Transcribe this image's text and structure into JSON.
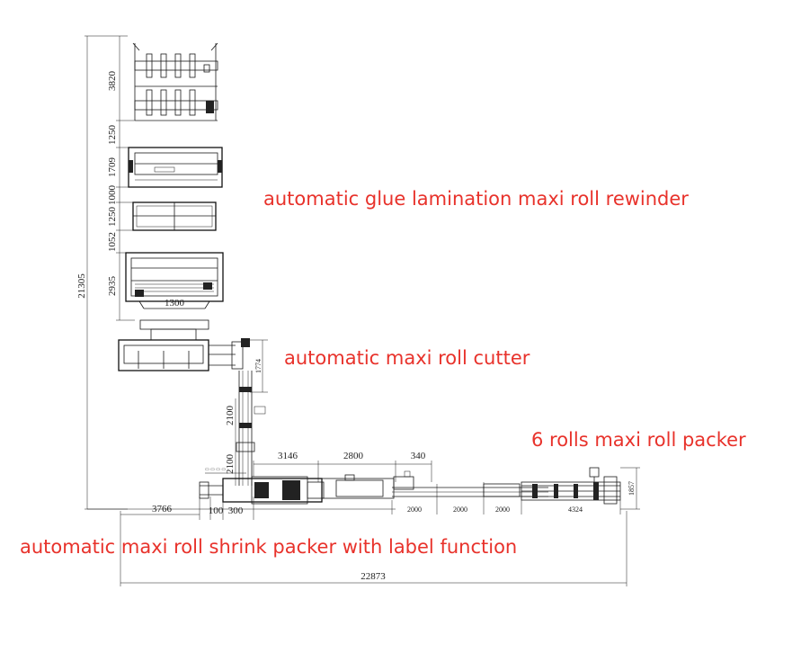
{
  "labels": {
    "rewinder": "automatic glue lamination maxi roll rewinder",
    "cutter": "automatic maxi roll cutter",
    "packer": "6 rolls maxi roll packer",
    "shrink_packer": "automatic maxi roll shrink packer with label function"
  },
  "label_color": "#e8322b",
  "dimensions": {
    "total_height": "21305",
    "total_width": "22873",
    "rewinder_unroll": "3820",
    "gap_1": "1250",
    "section_a": "1709",
    "section_b": "1000",
    "section_c": "1250",
    "section_d": "1052",
    "section_e": "2935",
    "section_e_width": "1300",
    "cutter_vertical": "1774",
    "conveyor_vertical_1": "2100",
    "conveyor_vertical_2": "2100",
    "shrink_length": "3146",
    "transfer_length": "2800",
    "transfer_gap": "340",
    "left_offset": "3766",
    "bottom_small_1": "100",
    "bottom_small_2": "300",
    "conveyor_seg_1": "2000",
    "conveyor_seg_2": "2000",
    "conveyor_seg_3": "2000",
    "packer_length": "4324",
    "packer_height": "1857"
  }
}
